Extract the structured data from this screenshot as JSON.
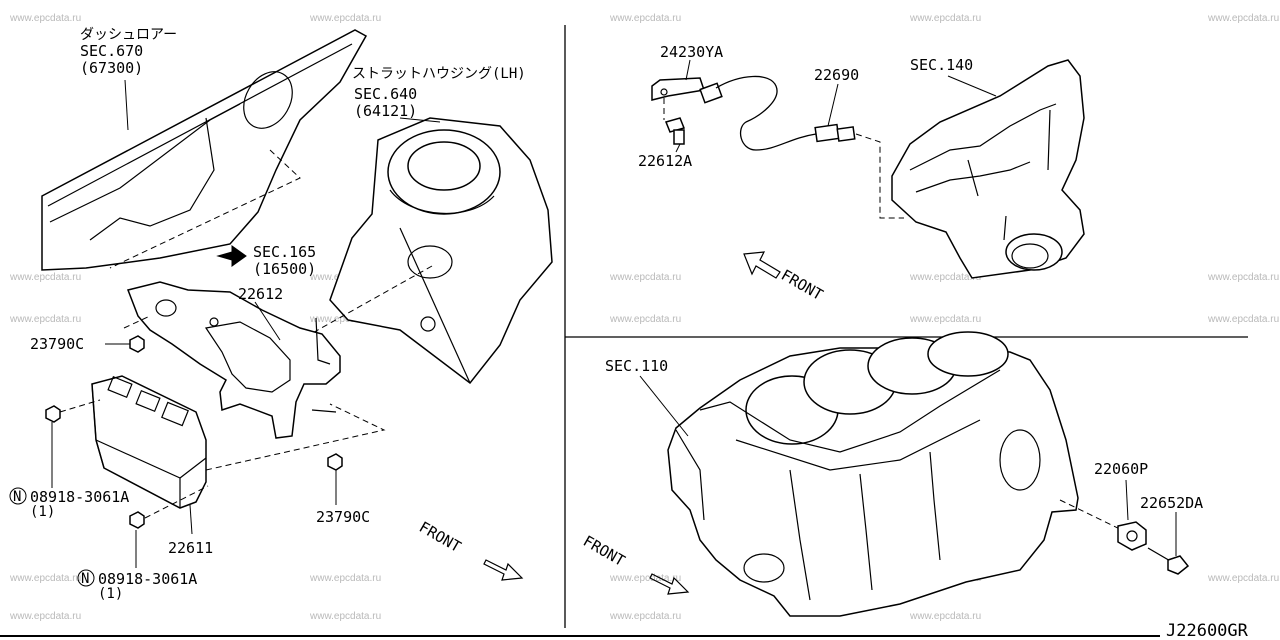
{
  "watermark": "www.epcdata.ru",
  "diagram_code": "J22600GR",
  "front_label": "FRONT",
  "labels": {
    "dash_lower_jp": "ダッシュロアー",
    "dash_lower_sec": "SEC.670",
    "dash_lower_num": "(67300)",
    "strut_jp": "ストラットハウジング(LH)",
    "strut_sec": "SEC.640",
    "strut_num": "(64121)",
    "sec165": "SEC.165",
    "sec165_num": "(16500)",
    "p22612": "22612",
    "p23790c_a": "23790C",
    "p23790c_b": "23790C",
    "p08918_a": "08918-3061A",
    "p08918_a_qty": "(1)",
    "p08918_b": "08918-3061A",
    "p08918_b_qty": "(1)",
    "p22611": "22611",
    "p24230ya": "24230YA",
    "p22612a": "22612A",
    "p22690": "22690",
    "sec140": "SEC.140",
    "sec110": "SEC.110",
    "p22060p": "22060P",
    "p22652da": "22652DA",
    "n_symbol": "N"
  }
}
